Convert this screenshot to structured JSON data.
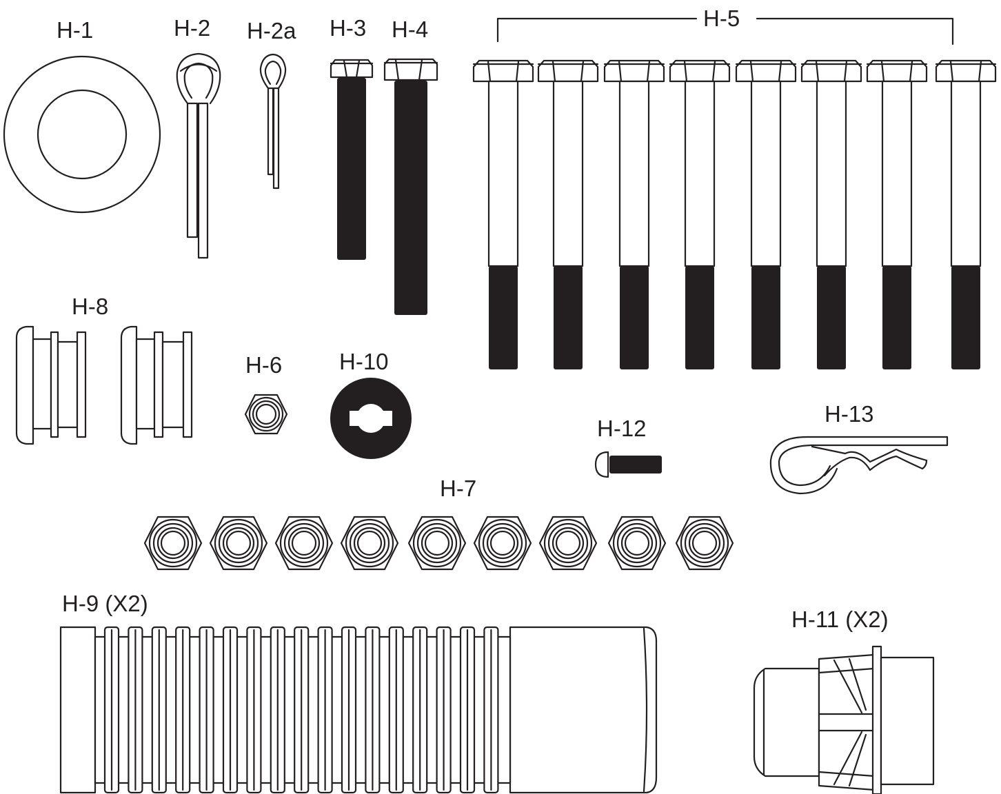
{
  "labels": {
    "h1": "H-1",
    "h2": "H-2",
    "h2a": "H-2a",
    "h3": "H-3",
    "h4": "H-4",
    "h5": "H-5",
    "h6": "H-6",
    "h7": "H-7",
    "h8": "H-8",
    "h9": "H-9 (X2)",
    "h10": "H-10",
    "h11": "H-11 (X2)",
    "h12": "H-12",
    "h13": "H-13"
  },
  "counts": {
    "h5_bolts": 8,
    "h7_nuts": 9,
    "h8_caps": 2
  },
  "colors": {
    "ink": "#231f20",
    "paper": "#ffffff"
  }
}
